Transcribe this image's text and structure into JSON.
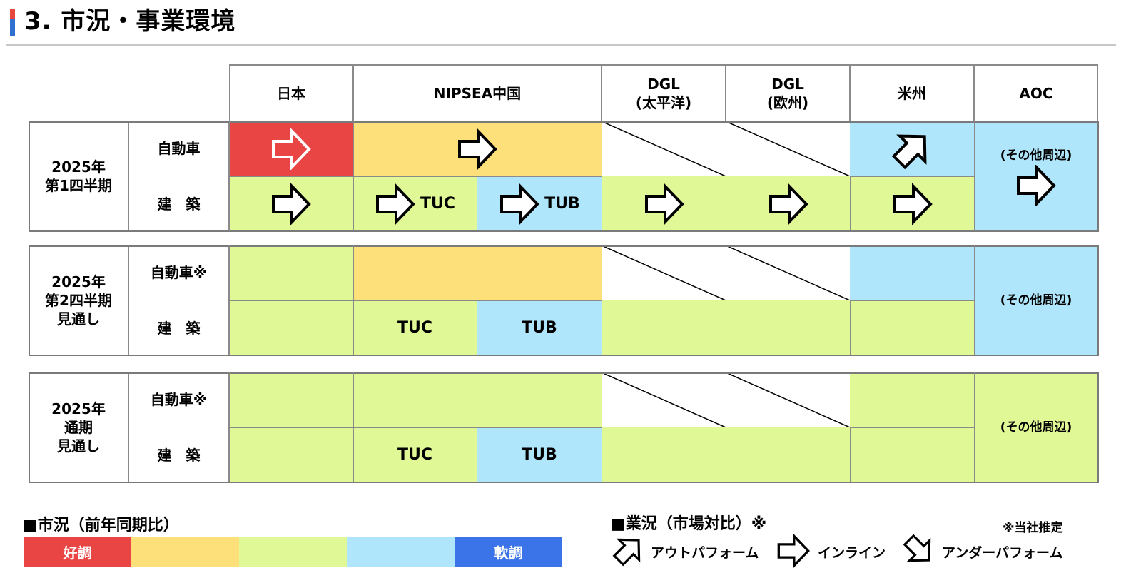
{
  "page": {
    "title": "3. 市況・事業環境"
  },
  "header": {
    "columns": [
      "日本",
      "NIPSEA中国",
      "DGL\n(太平洋)",
      "DGL\n(欧州)",
      "米州",
      "AOC"
    ]
  },
  "periods": [
    {
      "label": "2025年\n第1四半期"
    },
    {
      "label": "2025年\n第2四半期\n見通し"
    },
    {
      "label": "2025年\n通期\n見通し"
    }
  ],
  "rows": {
    "auto_q1": "自動車",
    "auto_forecast": "自動車※",
    "arch": "建　築"
  },
  "tags": {
    "tuc": "TUC",
    "tub": "TUB",
    "aoc_note": "(その他周辺)"
  },
  "colors": {
    "good": "#ea4545",
    "slightly_good": "#fde07a",
    "flat": "#e1f897",
    "slightly_weak": "#b0e6fb",
    "weak": "#3b74e8"
  },
  "legend": {
    "market_title": "■市況（前年同期比）",
    "good_label": "好調",
    "weak_label": "軟調",
    "business_title": "■業況（市場対比）※",
    "note": "※当社推定",
    "outperform": "アウトパフォーム",
    "inline": "インライン",
    "underperform": "アンダーパフォーム"
  },
  "icons": {
    "right": "arrow-right-icon",
    "up": "arrow-up-right-icon",
    "down": "arrow-down-right-icon"
  }
}
